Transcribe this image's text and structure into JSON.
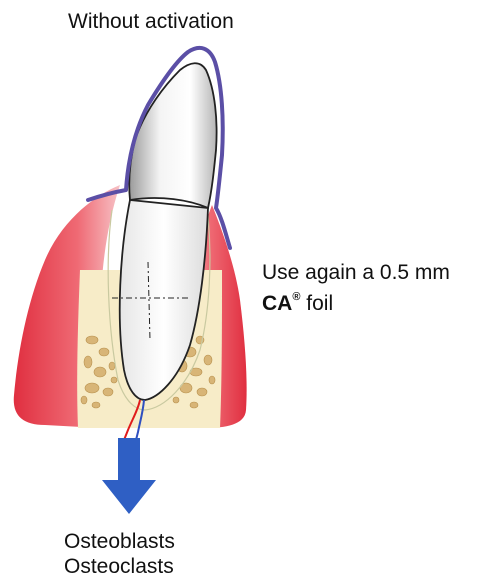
{
  "title": "Without activation",
  "instruction": {
    "line1": "Use again a 0.5 mm",
    "brand": "CA",
    "registered": "®",
    "line2_rest": "foil"
  },
  "cells": [
    "Osteoblasts",
    "Osteoclasts"
  ],
  "colors": {
    "gingiva": "#e8404e",
    "gingiva_light": "#f5b0b5",
    "bone": "#f7ecc8",
    "bone_spongy": "#d9b87a",
    "aligner_outline": "#5b4fa6",
    "arrow": "#2f5fc4",
    "tooth_enamel": "#e8e8e8",
    "tooth_outline": "#222222",
    "nerve_red": "#e01b1b",
    "nerve_blue": "#2f4fc0"
  },
  "icons": {
    "arrow": "arrow-down-icon"
  }
}
